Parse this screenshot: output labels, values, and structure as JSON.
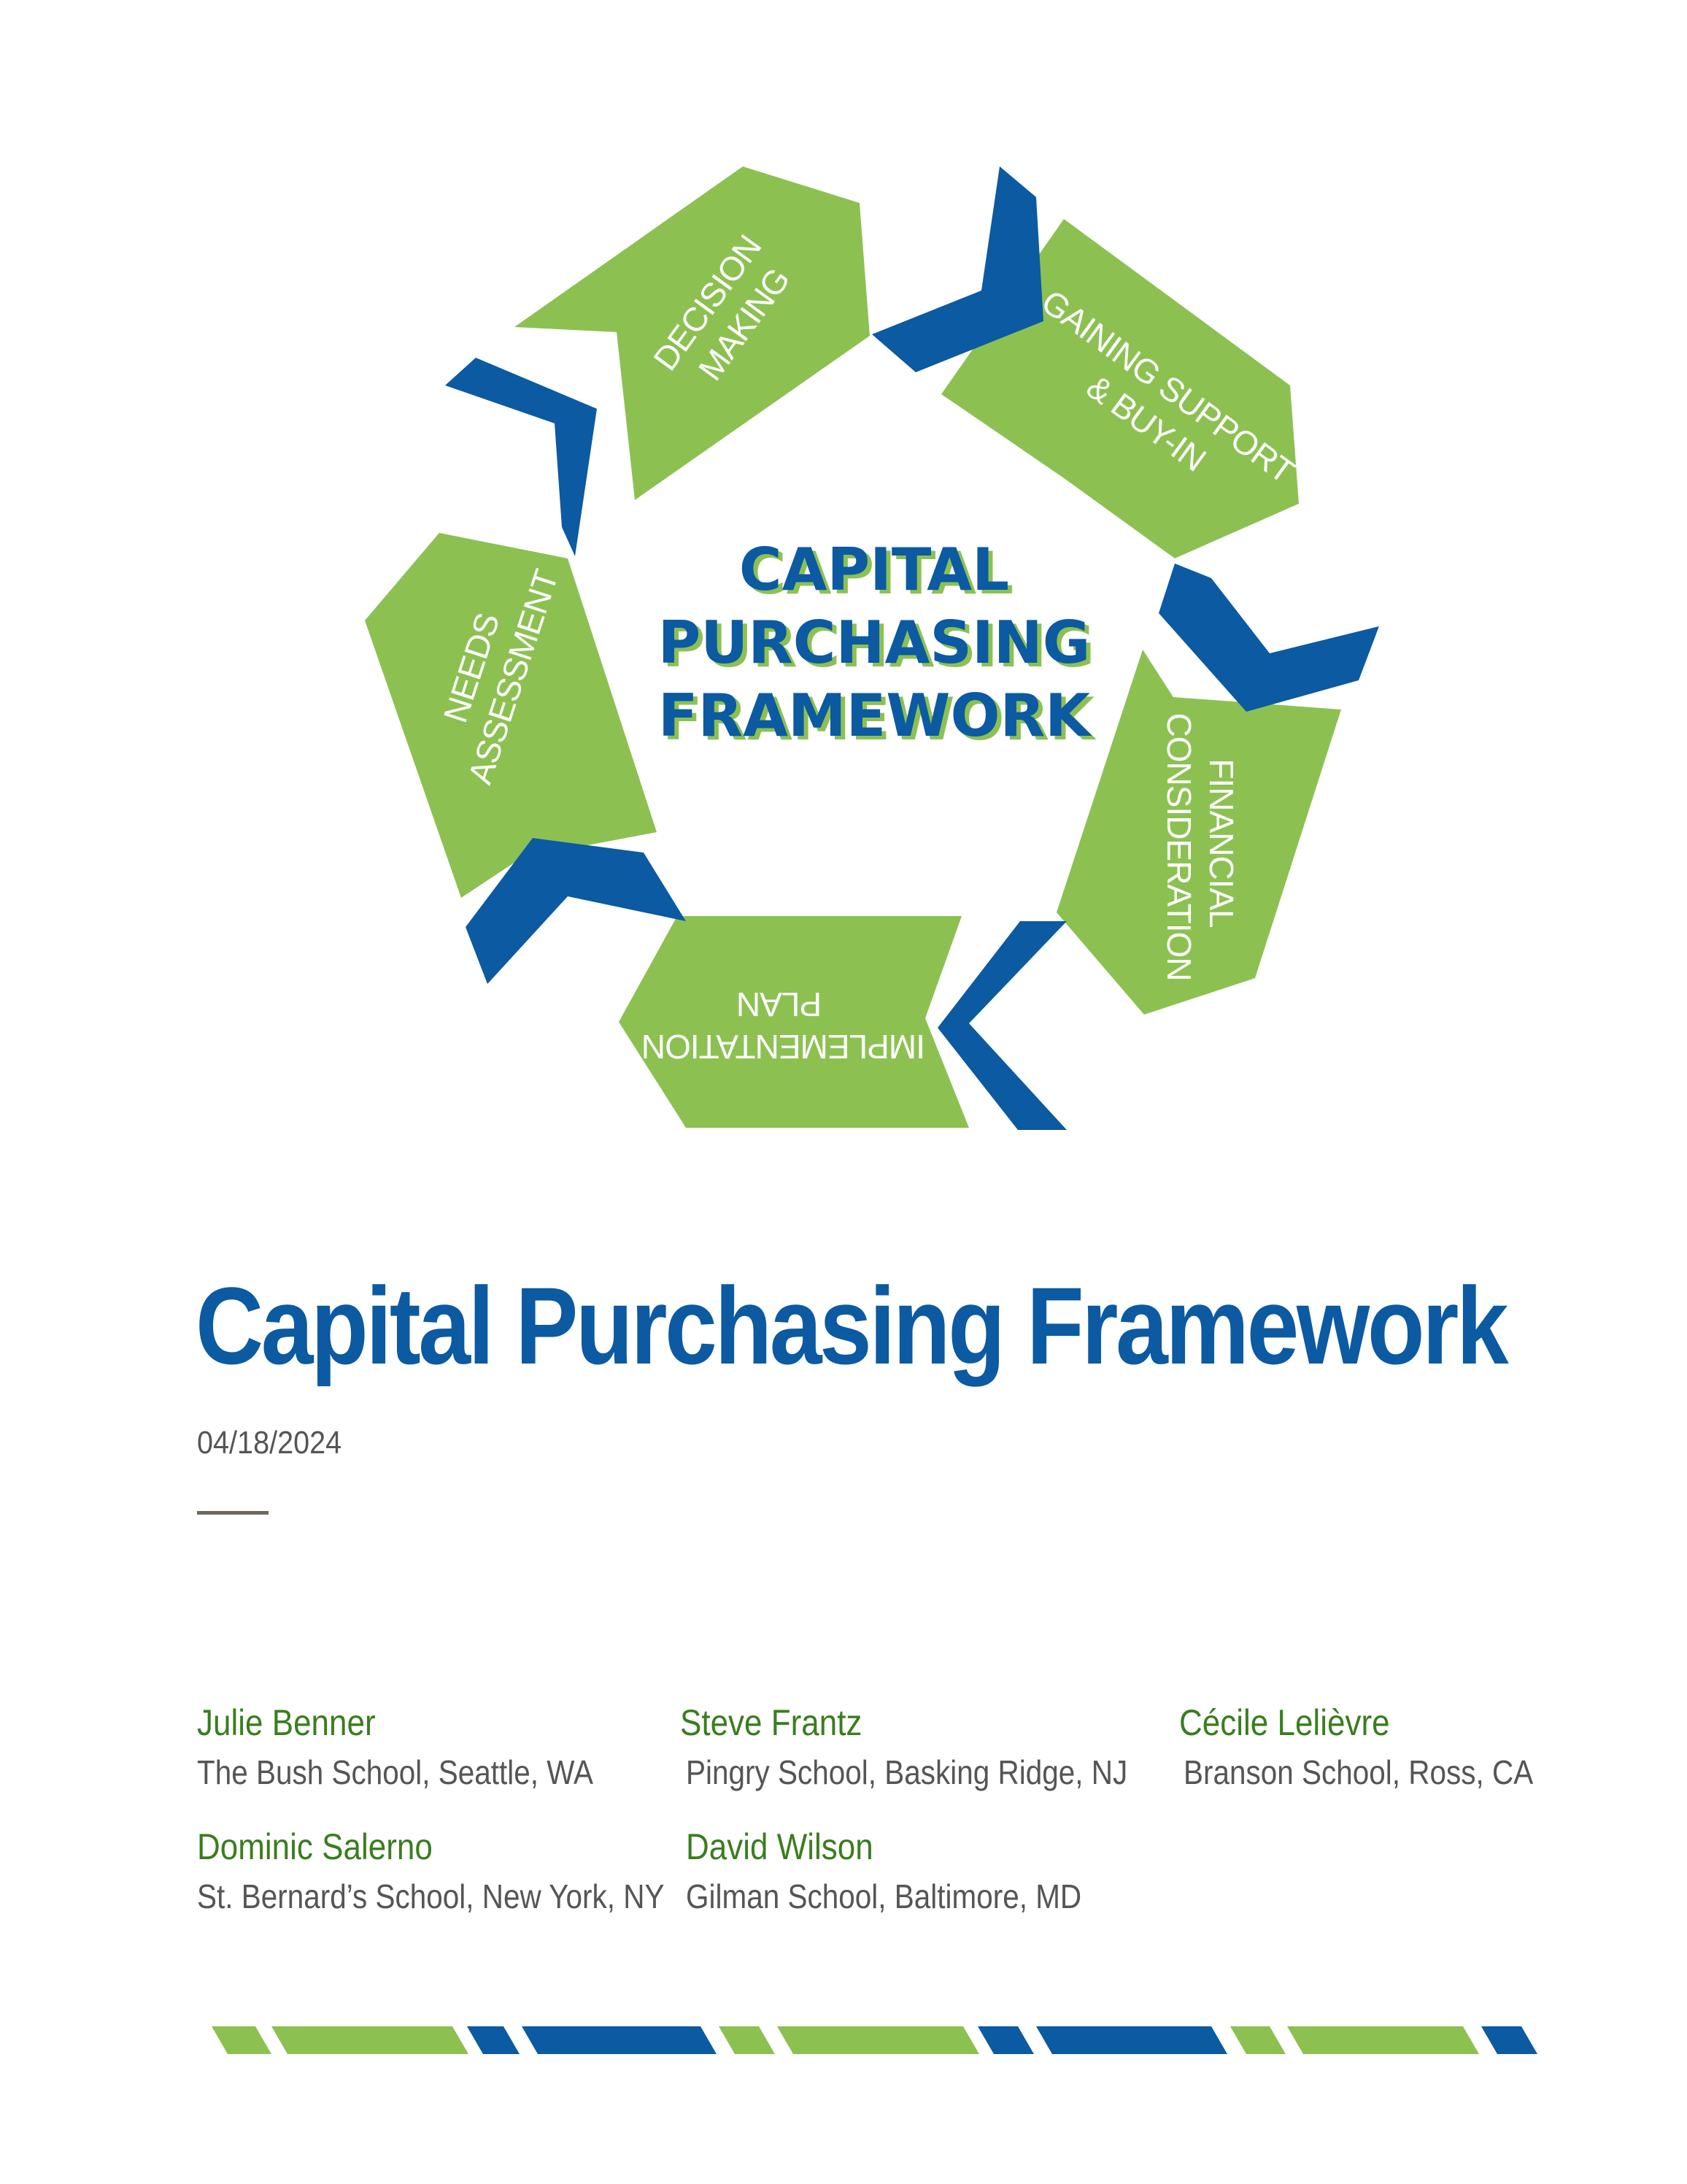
{
  "diagram": {
    "center_lines": [
      "CAPITAL",
      "PURCHASING",
      "FRAMEWORK"
    ],
    "segments": [
      {
        "line1": "DECISION",
        "line2": "MAKING"
      },
      {
        "line1": "GAINING SUPPORT",
        "line2": "& BUY-IN"
      },
      {
        "line1": "FINANCIAL",
        "line2": "CONSIDERATION"
      },
      {
        "line1": "IMPLEMENTATION",
        "line2": "PLAN"
      },
      {
        "line1": "NEEDS",
        "line2": "ASSESSMENT"
      }
    ],
    "colors": {
      "green": "#8cc152",
      "blue": "#0b5aa2"
    }
  },
  "document": {
    "title": "Capital Purchasing Framework",
    "date": "04/18/2024"
  },
  "authors": [
    {
      "name": "Julie Benner",
      "affiliation": "The Bush School, Seattle, WA"
    },
    {
      "name": "Steve Frantz",
      "affiliation": "Pingry School, Basking Ridge, NJ"
    },
    {
      "name": "Cécile Lelièvre",
      "affiliation": "Branson School, Ross, CA"
    },
    {
      "name": "Dominic Salerno",
      "affiliation": "St. Bernard’s School, New York, NY"
    },
    {
      "name": "David Wilson",
      "affiliation": "Gilman School, Baltimore, MD"
    }
  ]
}
